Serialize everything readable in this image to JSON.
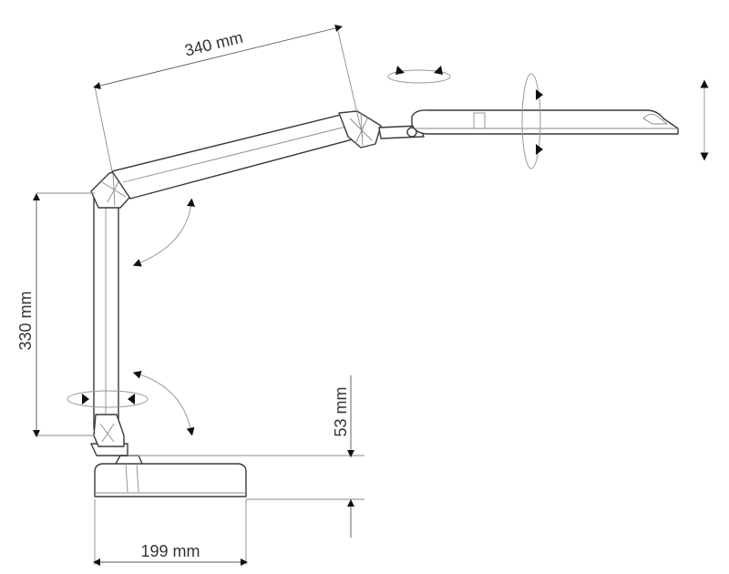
{
  "dimensions": {
    "arm_length": "340 mm",
    "column_height": "330 mm",
    "base_height": "53 mm",
    "base_width": "199 mm"
  },
  "colors": {
    "line": "#3a3a3a",
    "arrow": "#111111",
    "text": "#333333"
  }
}
